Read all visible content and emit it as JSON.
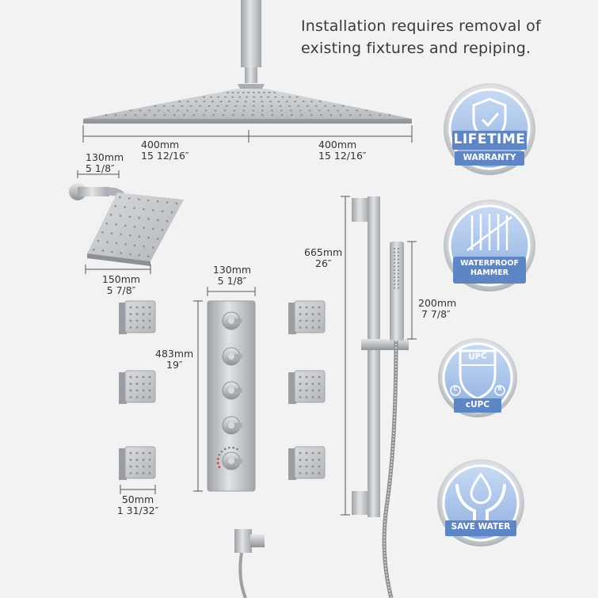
{
  "headline": {
    "line1": "Installation requires removal of",
    "line2": "existing fixtures and repiping."
  },
  "dimensions": {
    "rain_width_left_mm": "400mm",
    "rain_width_left_in": "15 12/16″",
    "rain_width_right_mm": "400mm",
    "rain_width_right_in": "15 12/16″",
    "arm_mm": "130mm",
    "arm_in": "5 1/8″",
    "wall_head_mm": "150mm",
    "wall_head_in": "5 7/8″",
    "valve_width_mm": "130mm",
    "valve_width_in": "5 1/8″",
    "valve_height_mm": "483mm",
    "valve_height_in": "19″",
    "bar_height_mm": "665mm",
    "bar_height_in": "26″",
    "handheld_mm": "200mm",
    "handheld_in": "7 7/8″",
    "jet_mm": "50mm",
    "jet_in": "1 31/32″"
  },
  "badges": {
    "lifetime_main": "LIFETIME",
    "lifetime_sub": "WARRANTY",
    "hammer_line1": "WATERPROOF",
    "hammer_line2": "HAMMER",
    "upc_mark": "UPC",
    "upc_c": "C",
    "upc_r": "R",
    "upc_label": "cUPC",
    "water_label": "SAVE WATER"
  },
  "colors": {
    "background": "#f2f2f2",
    "metal": "#b9bcc0",
    "badge_blue": "#5f86c4",
    "badge_light": "#aac4ea",
    "valve_hot_dot": "#d8393a"
  }
}
